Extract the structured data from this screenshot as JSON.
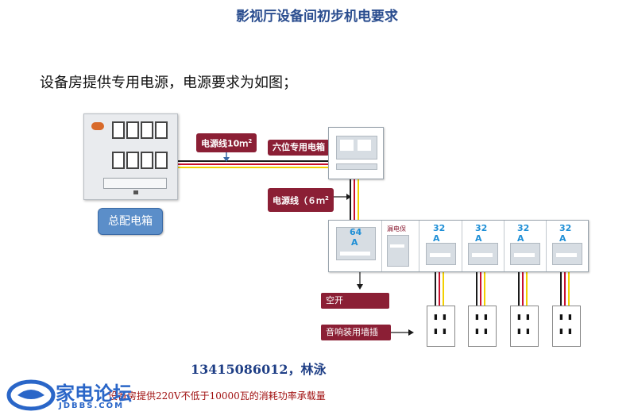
{
  "title": "影视厅设备间初步机电要求",
  "intro": "设备房提供专用电源，电源要求为如图；",
  "main_box_label": "总配电箱",
  "cable1_label": "电源线10ｍ",
  "cable1_sup": "2",
  "cable2_label": "电源线（６ｍ",
  "cable2_sup": "2",
  "panel_label": "六位专用电箱",
  "breakers": {
    "main": [
      "64",
      "A"
    ],
    "leakage": "漏电保",
    "branch": [
      [
        "32",
        "A"
      ],
      [
        "32",
        "A"
      ],
      [
        "32",
        "A"
      ],
      [
        "32",
        "A"
      ]
    ]
  },
  "kongkai_label": "空开",
  "socket_label": "音响装用墙插",
  "phone": "13415086012，林泳",
  "note": "设备房提供220V不低于10000瓦的消耗功率承载量",
  "logo": {
    "name": "家电论坛",
    "url": "JDBBS.COM"
  },
  "colors": {
    "tag": "#8b1f35",
    "title": "#2a4d8f",
    "wire_red": "#c8102e",
    "wire_yellow": "#f2d000",
    "wire_black": "#1a1a1a"
  }
}
